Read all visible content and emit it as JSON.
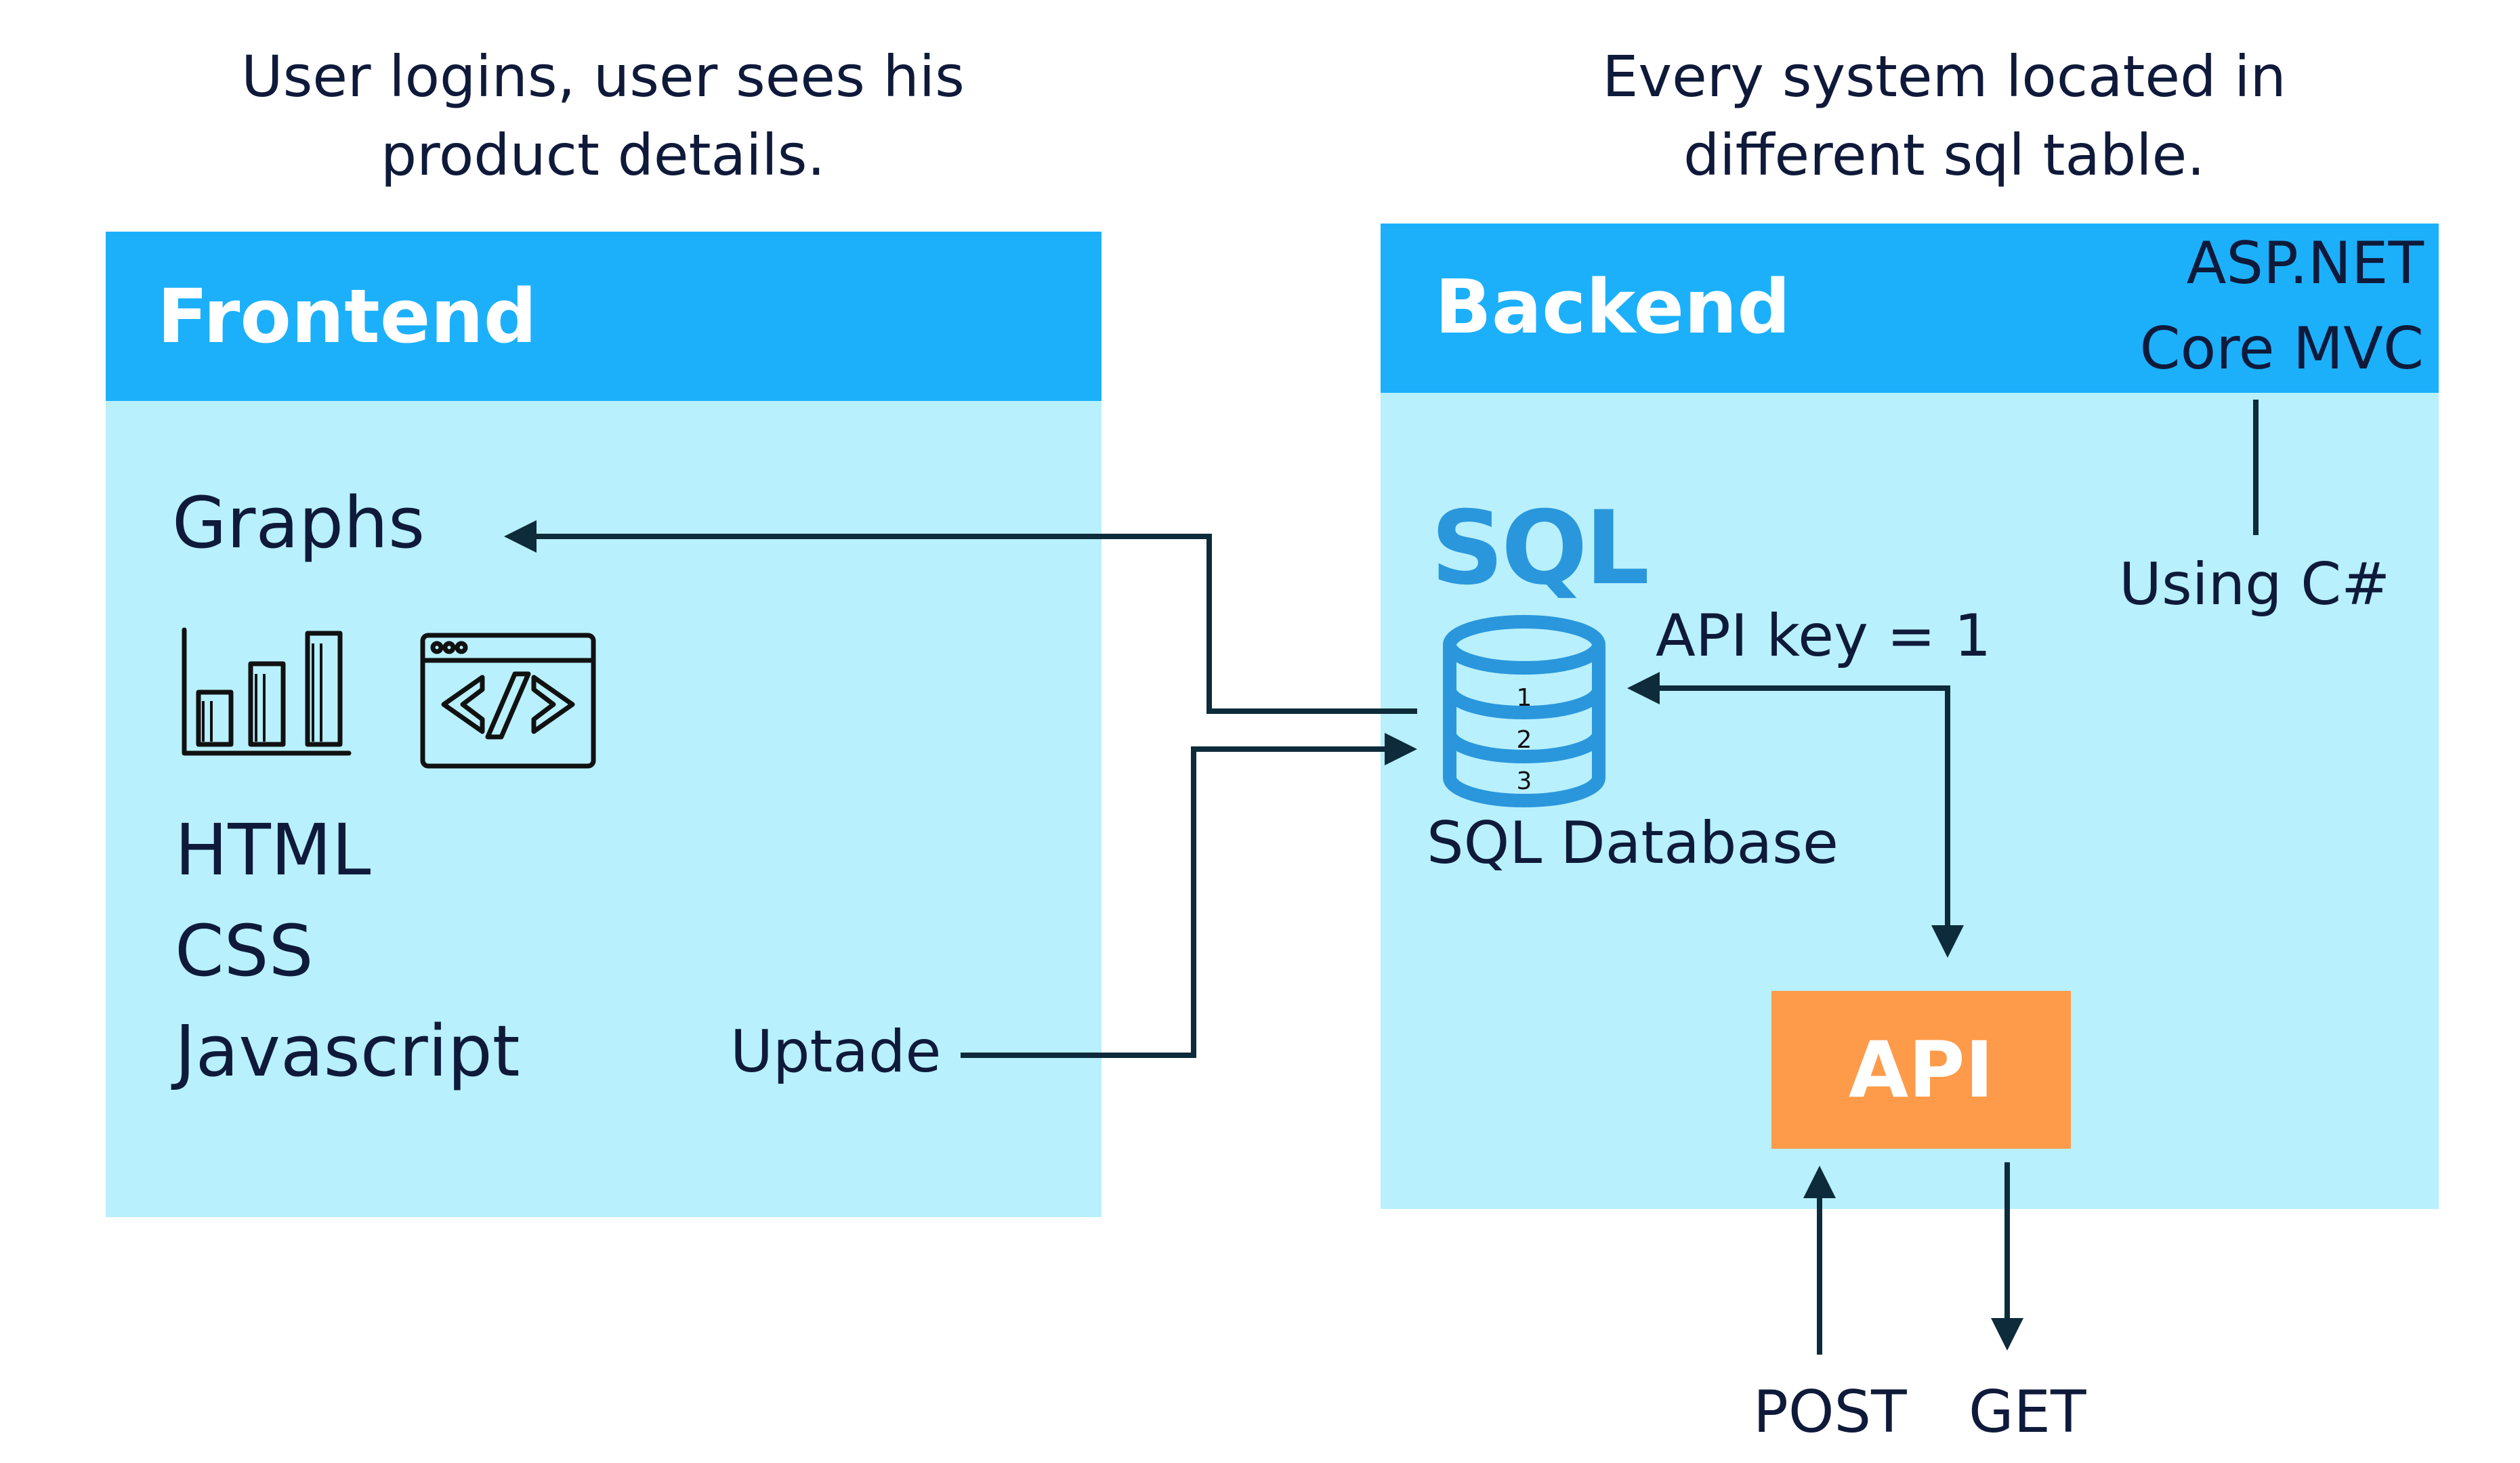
{
  "captions": {
    "left_line1": "User logins, user sees his",
    "left_line2": "product details.",
    "right_line1": "Every system located in",
    "right_line2": "different sql table."
  },
  "frontend": {
    "title": "Frontend",
    "graphs_label": "Graphs",
    "tech": [
      "HTML",
      "CSS",
      "Javascript"
    ],
    "update_label": "Uptade",
    "icons": [
      "bar-chart-icon",
      "code-window-icon"
    ]
  },
  "backend": {
    "title": "Backend",
    "framework_line1": "ASP.NET",
    "framework_line2": "Core MVC",
    "language_label": "Using C#",
    "sql_logo": "SQL",
    "db_rows": [
      "1",
      "2",
      "3"
    ],
    "db_label": "SQL Database",
    "api_key_label": "API key = 1",
    "api_label": "API"
  },
  "http": {
    "post": "POST",
    "get": "GET"
  },
  "colors": {
    "header": "#1cb0fb",
    "panel": "#b8f0fd",
    "api": "#fe9b4a",
    "line": "#0d2b3a",
    "sql_blue": "#2a97dc",
    "text": "#0f1a3a"
  }
}
